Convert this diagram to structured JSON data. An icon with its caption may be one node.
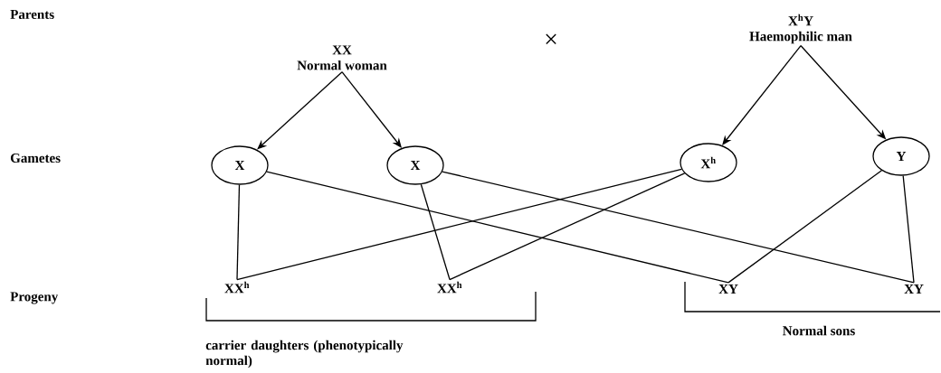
{
  "diagram": {
    "nodes": [
      {
        "text": [
          "XX",
          "Normal woman"
        ]
      },
      {
        "text": [
          "X$^{h}$Y",
          "Haemophilic man"
        ]
      },
      {
        "text": [
          "X"
        ]
      },
      {
        "text": [
          "X"
        ]
      },
      {
        "text": [
          "X$^{h}$"
        ]
      },
      {
        "text": [
          "Y"
        ]
      },
      {
        "text": [
          "XX$^{h}$"
        ]
      },
      {
        "text": [
          "XX$^{h}$"
        ]
      },
      {
        "text": [
          "XY"
        ]
      },
      {
        "text": [
          "XY"
        ]
      }
    ],
    "edges": [
      {
        "from": 0,
        "to": 2,
        "arrow": "to"
      },
      {
        "from": 0,
        "to": 3,
        "arrow": "to"
      },
      {
        "from": 1,
        "to": 4,
        "arrow": "to"
      },
      {
        "from": 1,
        "to": 5,
        "arrow": "to"
      },
      {
        "from": 2,
        "to": 6,
        "arrow": "none"
      },
      {
        "from": 2,
        "to": 8,
        "arrow": "none"
      },
      {
        "from": 3,
        "to": 7,
        "arrow": "none"
      },
      {
        "from": 3,
        "to": 9,
        "arrow": "none"
      },
      {
        "from": 4,
        "to": 6,
        "arrow": "none"
      },
      {
        "from": 4,
        "to": 7,
        "arrow": "none"
      },
      {
        "from": 5,
        "to": 8,
        "arrow": "none"
      },
      {
        "from": 5,
        "to": 9,
        "arrow": "none"
      }
    ],
    "labels": [
      "Parents",
      "×",
      "Gametes",
      "Progeny",
      "carrier daughters (phenotypically normal)",
      "Normal sons"
    ]
  }
}
